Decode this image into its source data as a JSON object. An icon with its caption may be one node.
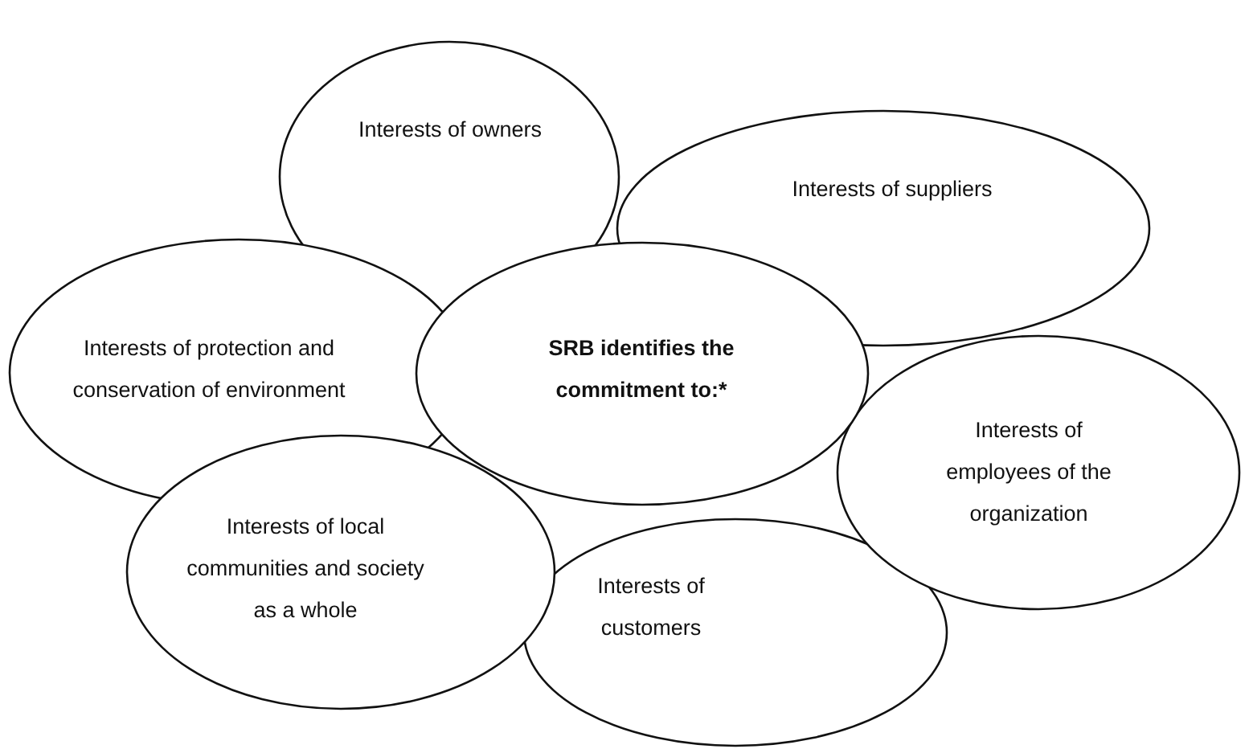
{
  "diagram": {
    "nodes": [
      {
        "text": [
          "Interests of owners"
        ]
      },
      {
        "text": [
          "Interests of suppliers"
        ]
      },
      {
        "text": [
          "Interests of protection and conservation of environment"
        ]
      },
      {
        "text": [
          "SRB identifies the commitment to:*"
        ]
      },
      {
        "text": [
          "Interests of employees of the organization"
        ]
      },
      {
        "text": [
          "Interests of local communities and society as a whole"
        ]
      },
      {
        "text": [
          "Interests of customers"
        ]
      }
    ]
  }
}
